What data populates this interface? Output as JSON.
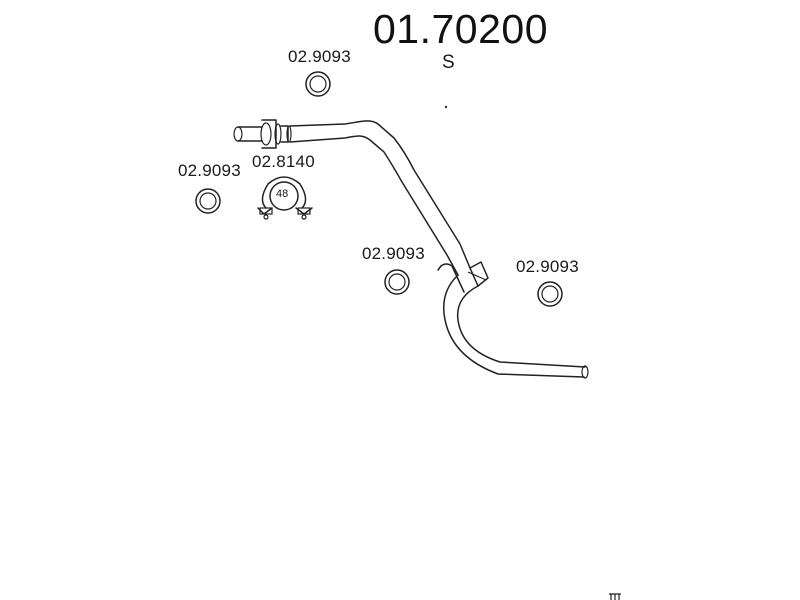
{
  "diagram": {
    "part_number": "01.70200",
    "variant": "S",
    "clamp_size": "48",
    "components": [
      {
        "ref": "02.9093"
      },
      {
        "ref": "02.9093"
      },
      {
        "ref": "02.8140"
      },
      {
        "ref": "02.9093"
      },
      {
        "ref": "02.9093"
      }
    ]
  }
}
